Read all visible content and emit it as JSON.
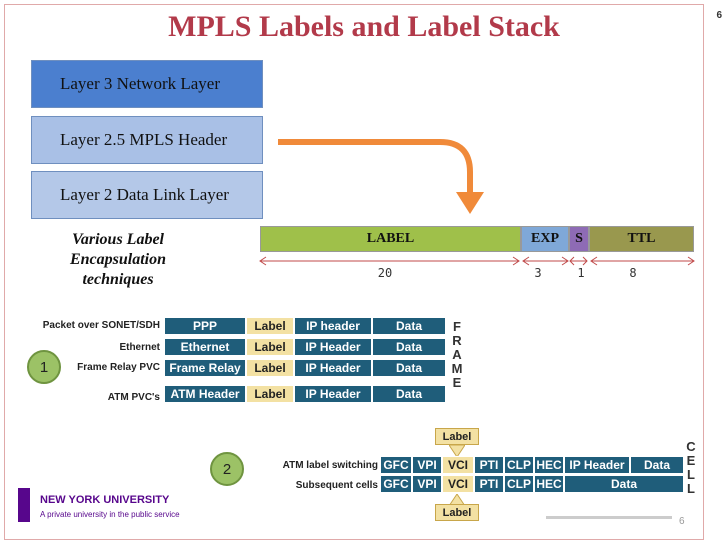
{
  "slide": {
    "page_number_top": "6",
    "page_number_bottom": "6",
    "title": "MPLS Labels and Label Stack"
  },
  "layers": [
    {
      "label": "Layer 3 Network Layer",
      "color": "#4b7fcf"
    },
    {
      "label": "Layer 2.5 MPLS Header",
      "color": "#a9c0e6"
    },
    {
      "label": "Layer 2 Data Link Layer",
      "color": "#b4c8e8"
    }
  ],
  "arrow_color": "#f08a3a",
  "various_text": "Various Label Encapsulation techniques",
  "header_fields": [
    {
      "name": "LABEL",
      "bits": "20",
      "color": "#9fc04a"
    },
    {
      "name": "EXP",
      "bits": "3",
      "color": "#7fa8d8"
    },
    {
      "name": "S",
      "bits": "1",
      "color": "#8e6bb5"
    },
    {
      "name": "TTL",
      "bits": "8",
      "color": "#99984e"
    }
  ],
  "frame_rows": [
    {
      "label": "Packet over SONET/SDH",
      "cells": [
        "PPP",
        "Label",
        "IP header",
        "Data"
      ]
    },
    {
      "label": "Ethernet",
      "cells": [
        "Ethernet",
        "Label",
        "IP Header",
        "Data"
      ]
    },
    {
      "label": "Frame Relay PVC",
      "cells": [
        "Frame Relay",
        "Label",
        "IP Header",
        "Data"
      ]
    },
    {
      "label": "ATM PVC's",
      "cells": [
        "ATM Header",
        "Label",
        "IP Header",
        "Data"
      ]
    }
  ],
  "frame_letters": [
    "F",
    "R",
    "A",
    "M",
    "E"
  ],
  "cell_letters": [
    "C",
    "E",
    "L",
    "L"
  ],
  "badges": {
    "one": "1",
    "two": "2"
  },
  "atm_rows": [
    {
      "label": "ATM label switching",
      "cells": [
        "GFC",
        "VPI",
        "VCI",
        "PTI",
        "CLP",
        "HEC",
        "IP Header",
        "Data"
      ]
    },
    {
      "label": "Subsequent cells",
      "cells": [
        "GFC",
        "VPI",
        "VCI",
        "PTI",
        "CLP",
        "HEC",
        "Data"
      ]
    }
  ],
  "callout_label": "Label",
  "nyu": {
    "name": "NEW YORK UNIVERSITY",
    "tagline": "A private university in the public service"
  }
}
